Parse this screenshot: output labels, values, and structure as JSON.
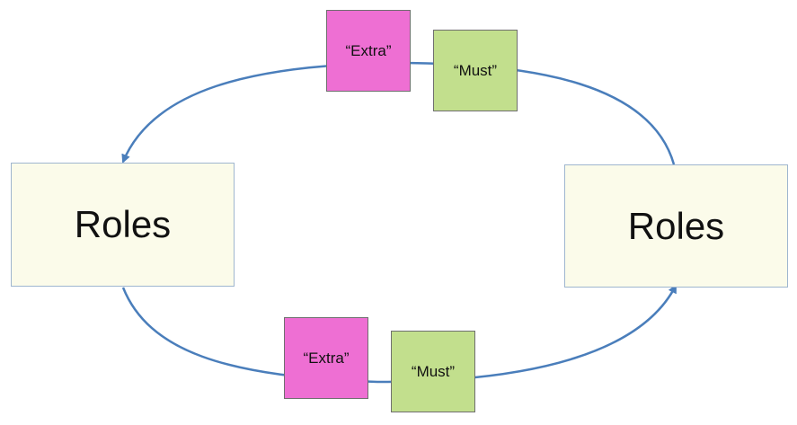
{
  "colors": {
    "connector": "#4a7ebb",
    "role_fill": "#fbfbea",
    "role_border": "#9fb6cf",
    "extra_fill": "#ee6fd3",
    "must_fill": "#c2df8d"
  },
  "roles": {
    "left_label": "Roles",
    "right_label": "Roles"
  },
  "top_notes": {
    "extra_label": "“Extra”",
    "must_label": "“Must”"
  },
  "bottom_notes": {
    "extra_label": "“Extra”",
    "must_label": "“Must”"
  }
}
